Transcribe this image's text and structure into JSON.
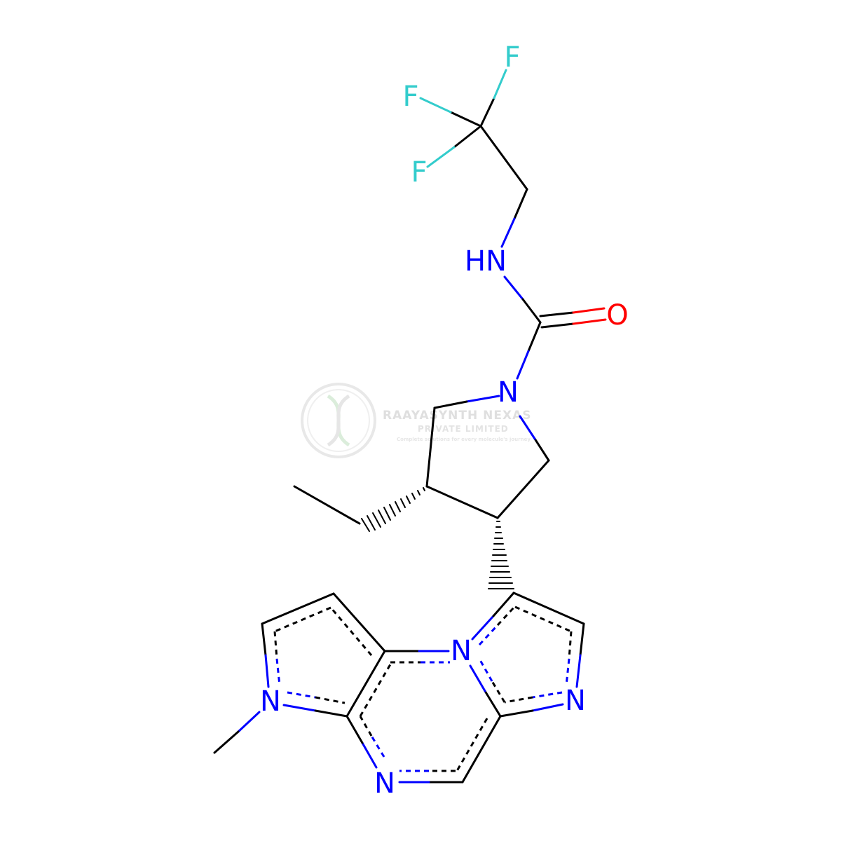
{
  "colors": {
    "carbon": "#000000",
    "nitrogen": "#0000ff",
    "oxygen": "#ff0000",
    "fluorine": "#33cccc",
    "watermark": "#e0e0e0"
  },
  "labels": {
    "F1": "F",
    "F2": "F",
    "F3": "F",
    "NH": "HN",
    "O": "O",
    "N_pyrrolidine": "N",
    "N_bridge": "N",
    "N_imidazole": "N",
    "N_pyrazine": "N",
    "N_methyl": "N"
  },
  "watermark": {
    "title": "RAAYASYNTH NEXAS",
    "subtitle": "PRIVATE LIMITED",
    "tagline": "Complete solutions for every molecule's journey"
  }
}
